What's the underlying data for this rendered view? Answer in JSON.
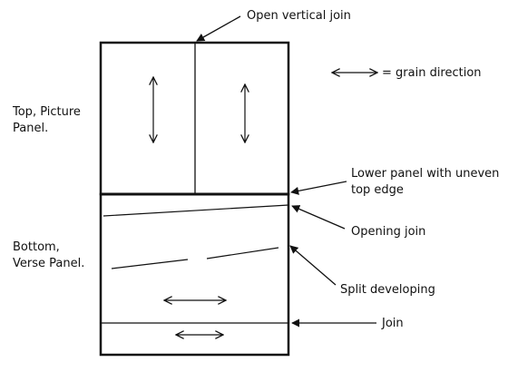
{
  "labels": {
    "open_vertical_join": "Open vertical join",
    "grain_direction": "= grain direction",
    "top_panel_line1": "Top, Picture",
    "top_panel_line2": "Panel.",
    "lower_panel_line1": "Lower panel with uneven",
    "lower_panel_line2": "top edge",
    "opening_join": "Opening join",
    "bottom_panel_line1": "Bottom,",
    "bottom_panel_line2": "Verse Panel.",
    "split_developing": "Split developing",
    "join": "Join"
  },
  "colors": {
    "ink": "#111111",
    "background": "#ffffff"
  },
  "icons": {
    "grain_arrow": "double-headed-arrow-icon"
  }
}
